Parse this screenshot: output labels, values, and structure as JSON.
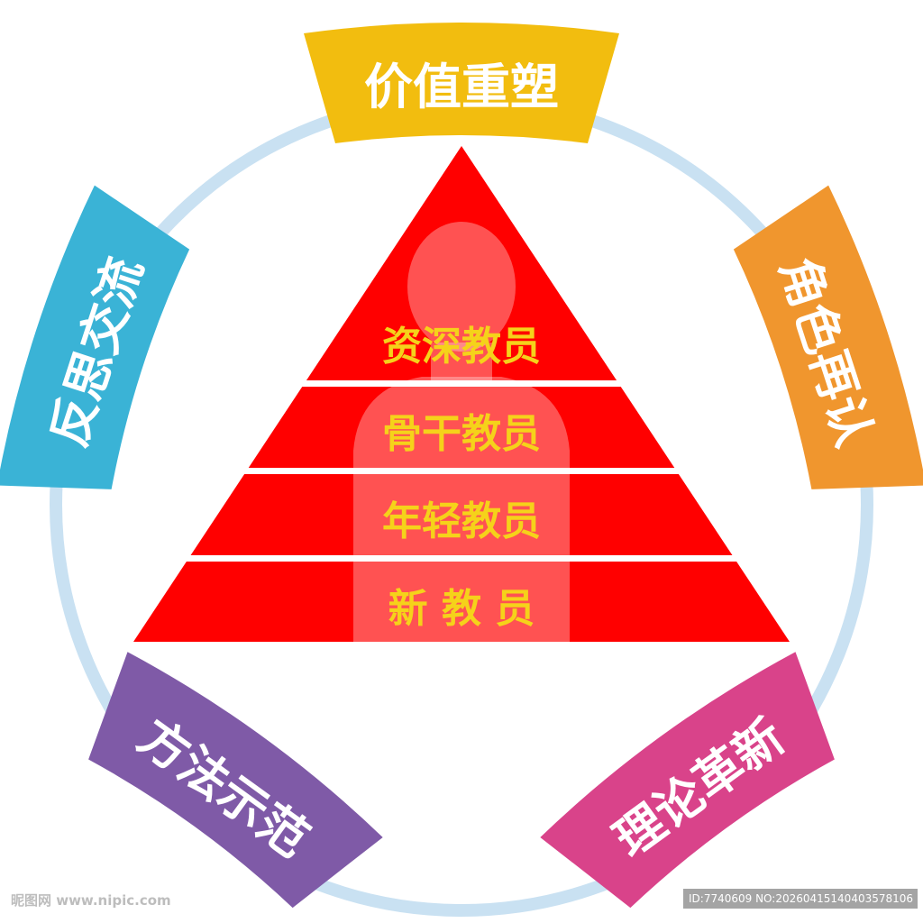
{
  "segments": [
    {
      "id": "top",
      "label": "价值重塑",
      "color": "#f2bd0f"
    },
    {
      "id": "upper-right",
      "label": "角色再认",
      "color": "#f0962e"
    },
    {
      "id": "lower-right",
      "label": "理论革新",
      "color": "#d9438a"
    },
    {
      "id": "lower-left",
      "label": "方法示范",
      "color": "#7f5aa7"
    },
    {
      "id": "upper-left",
      "label": "反思交流",
      "color": "#3ab3d6"
    }
  ],
  "pyramid": {
    "color": "#ff0000",
    "tiers": [
      "资深教员",
      "骨干教员",
      "年轻教员",
      "新 教 员"
    ]
  },
  "ring_color": "#c9e1f2",
  "watermark": {
    "left": "昵图网 www.nipic.com",
    "right": "ID:7740609 NO:20260415140403578106"
  }
}
